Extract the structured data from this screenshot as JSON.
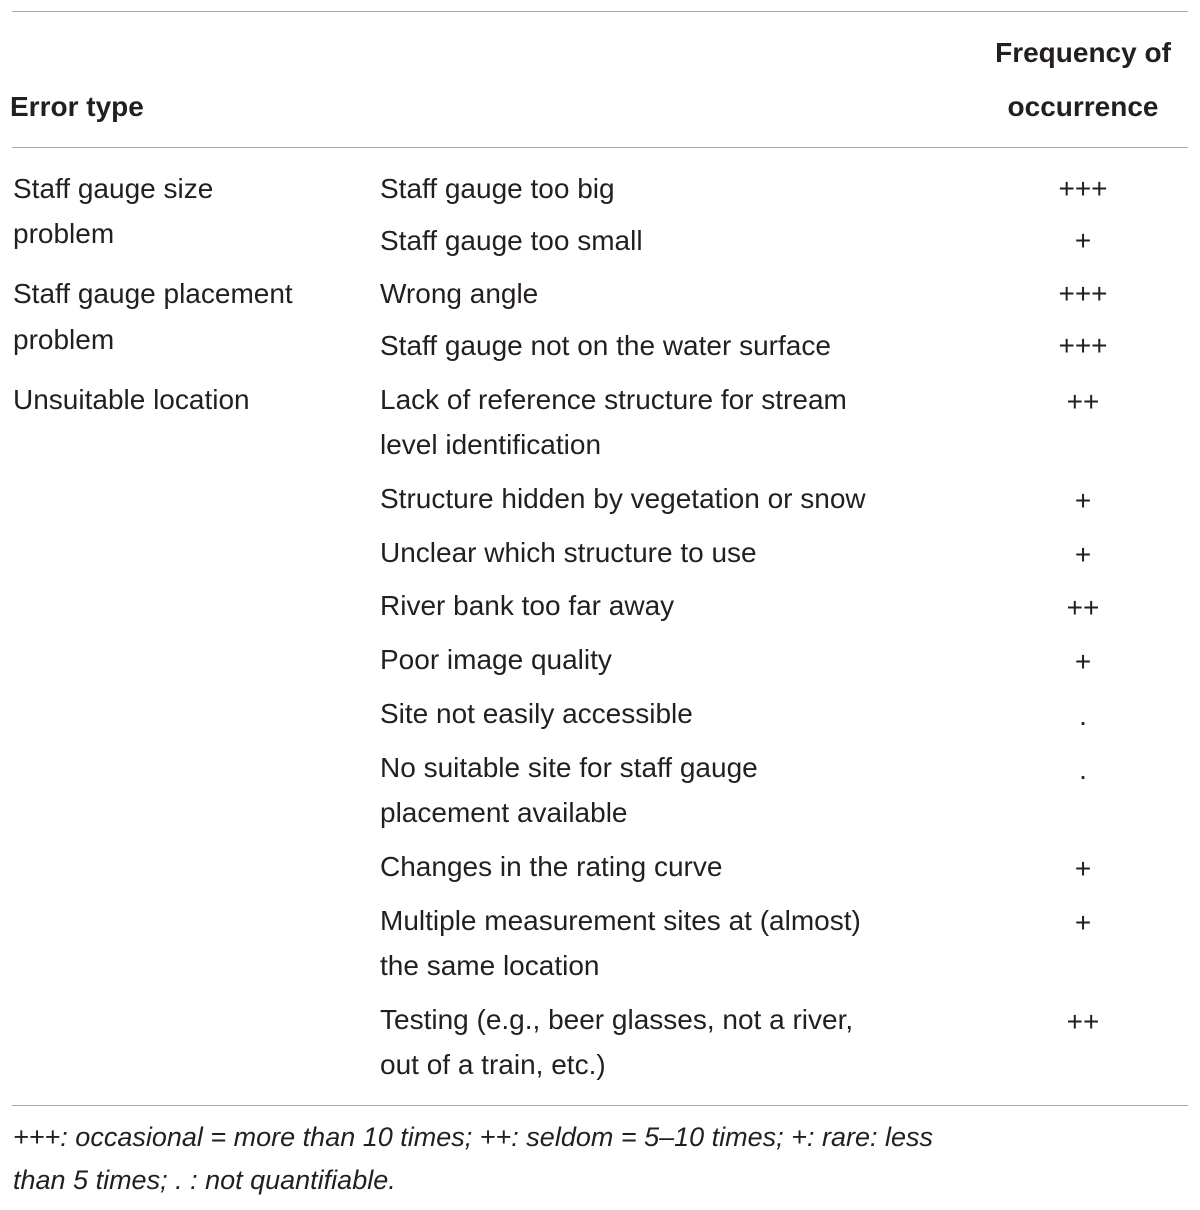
{
  "table": {
    "header": {
      "error_type": "Error type",
      "frequency_line1": "Frequency of",
      "frequency_line2": "occurrence"
    },
    "groups": [
      {
        "label": [
          "Staff gauge size",
          "problem"
        ],
        "rows": [
          {
            "description": [
              "Staff gauge too big"
            ],
            "frequency": "+++"
          },
          {
            "description": [
              "Staff gauge too small"
            ],
            "frequency": "+"
          }
        ]
      },
      {
        "label": [
          "Staff gauge placement",
          "problem"
        ],
        "rows": [
          {
            "description": [
              "Wrong angle"
            ],
            "frequency": "+++"
          },
          {
            "description": [
              "Staff gauge not on the water surface"
            ],
            "frequency": "+++"
          }
        ]
      },
      {
        "label": [
          "Unsuitable location"
        ],
        "rows": [
          {
            "description": [
              "Lack of reference structure for stream",
              "level identification"
            ],
            "frequency": "++"
          },
          {
            "description": [
              "Structure hidden by vegetation or snow"
            ],
            "frequency": "+"
          },
          {
            "description": [
              "Unclear which structure to use"
            ],
            "frequency": "+"
          },
          {
            "description": [
              "River bank too far away"
            ],
            "frequency": "++"
          },
          {
            "description": [
              "Poor image quality"
            ],
            "frequency": "+"
          },
          {
            "description": [
              "Site not easily accessible"
            ],
            "frequency": "."
          },
          {
            "description": [
              "No suitable site for staff gauge",
              "placement available"
            ],
            "frequency": "."
          },
          {
            "description": [
              "Changes in the rating curve"
            ],
            "frequency": "+"
          },
          {
            "description": [
              "Multiple measurement sites at (almost)",
              "the same location"
            ],
            "frequency": "+"
          },
          {
            "description": [
              "Testing (e.g., beer glasses, not a river,",
              "out of a train, etc.)"
            ],
            "frequency": "++"
          }
        ]
      }
    ],
    "footnote": [
      "+++: occasional = more than 10 times; ++: seldom = 5–10 times; +: rare: less",
      "than 5 times; . : not quantifiable."
    ]
  }
}
